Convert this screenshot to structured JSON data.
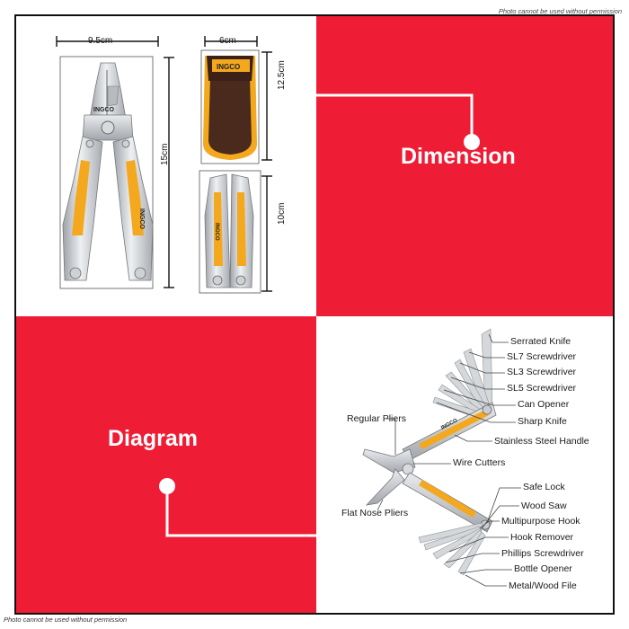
{
  "notice": {
    "top": "Photo cannot be used without permission",
    "bottom": "Photo cannot be used without permission"
  },
  "dimension_section": {
    "title": "Dimension",
    "measurements": {
      "open_width": "9.5cm",
      "open_height": "15cm",
      "pouch_width": "6cm",
      "pouch_height": "12.5cm",
      "folded_height": "10cm"
    },
    "brand": "INGCO"
  },
  "diagram_section": {
    "title": "Diagram",
    "parts_right": [
      "Serrated Knife",
      "SL7 Screwdriver",
      "SL3 Screwdriver",
      "SL5 Screwdriver",
      "Can Opener",
      "Sharp Knife",
      "Stainless Steel Handle",
      "Wire Cutters",
      "Safe Lock",
      "Wood Saw",
      "Multipurpose Hook",
      "Hook Remover",
      "Phillips Screwdriver",
      "Bottle Opener",
      "Metal/Wood File"
    ],
    "parts_left": [
      "Regular Pliers",
      "Flat Nose Pliers"
    ]
  },
  "colors": {
    "red": "#ee1c35",
    "yellow": "#f4a81d",
    "steel": "#c9ccd0",
    "pouch_brown": "#4a2a1d"
  }
}
